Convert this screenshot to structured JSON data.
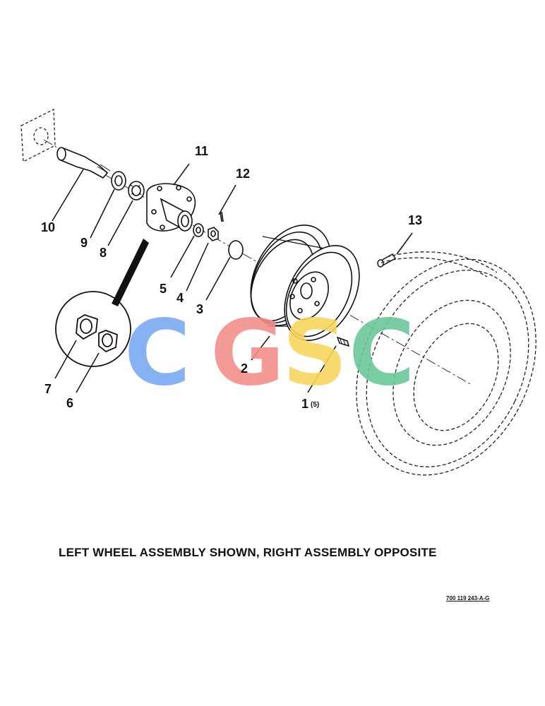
{
  "callouts": [
    {
      "id": "c1",
      "number": "1",
      "qty": "(5)"
    },
    {
      "id": "c2",
      "number": "2"
    },
    {
      "id": "c3",
      "number": "3"
    },
    {
      "id": "c4",
      "number": "4"
    },
    {
      "id": "c5",
      "number": "5"
    },
    {
      "id": "c6",
      "number": "6"
    },
    {
      "id": "c7",
      "number": "7"
    },
    {
      "id": "c8",
      "number": "8"
    },
    {
      "id": "c9",
      "number": "9"
    },
    {
      "id": "c10",
      "number": "10"
    },
    {
      "id": "c11",
      "number": "11"
    },
    {
      "id": "c12",
      "number": "12"
    },
    {
      "id": "c13",
      "number": "13"
    }
  ],
  "watermark": {
    "letters": [
      "C",
      "G",
      "S",
      "C"
    ],
    "colors": [
      "#7aaaf2",
      "#f28f8b",
      "#f7d55e",
      "#6cc89a"
    ]
  },
  "caption": "LEFT WHEEL ASSEMBLY SHOWN, RIGHT ASSEMBLY OPPOSITE",
  "drawing_number": "700 119 243-A-G"
}
